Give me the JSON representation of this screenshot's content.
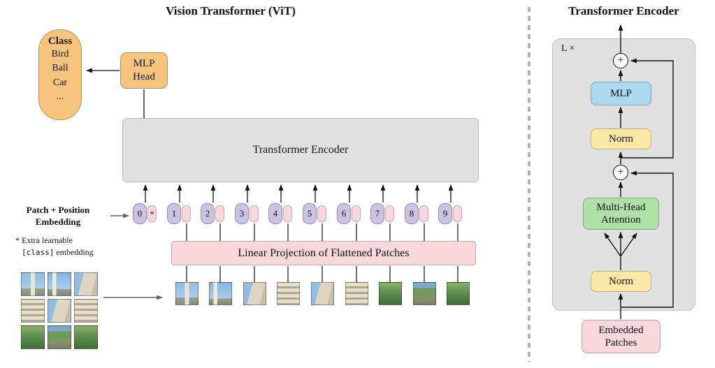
{
  "figure": {
    "left_title": "Vision Transformer (ViT)",
    "right_title": "Transformer Encoder"
  },
  "left": {
    "class_box": {
      "heading": "Class",
      "items": "Bird\nBall\nCar\n..."
    },
    "mlp_head": "MLP\nHead",
    "encoder": "Transformer Encoder",
    "patch_position_label": "Patch + Position\nEmbedding",
    "note_prefix": "* Extra learnable",
    "note_code": "[class]",
    "note_suffix": "embedding",
    "linear_projection": "Linear Projection of Flattened Patches",
    "class_token_star": "*",
    "tokens": [
      "0",
      "1",
      "2",
      "3",
      "4",
      "5",
      "6",
      "7",
      "8",
      "9"
    ]
  },
  "right": {
    "loop_label": "L ×",
    "plus": "+",
    "mlp": "MLP",
    "norm_top": "Norm",
    "attention": "Multi-Head\nAttention",
    "norm_bottom": "Norm",
    "embedded_patches": "Embedded\nPatches"
  },
  "colors": {
    "orange": "#F8C57F",
    "purple": "#CBC3E3",
    "pink": "#F9D7DD",
    "gray_box": "#E1E1E1",
    "blue": "#ABD9F0",
    "yellow": "#FCE8A6",
    "green": "#AFE0A8"
  }
}
